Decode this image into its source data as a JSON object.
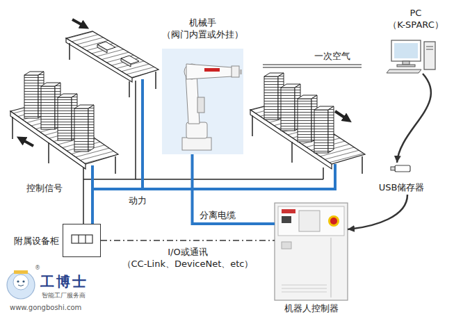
{
  "diagram": {
    "nodes": [
      {
        "text": [
          "PC （K-SPARC）"
        ]
      },
      {
        "text": [
          "机械手 （阀门内置或外挂）"
        ]
      },
      {
        "text": [
          "USB储存器"
        ]
      },
      {
        "text": [
          "附属设备柜"
        ]
      },
      {
        "text": [
          "机器人控制器"
        ]
      }
    ],
    "edges": [
      {
        "from": 0,
        "to": 2,
        "arrow": "to"
      },
      {
        "from": 2,
        "to": 4,
        "arrow": "to"
      },
      {
        "from": 1,
        "to": 4,
        "label": "分离电缆",
        "arrow": "none"
      },
      {
        "from": 3,
        "to": 4,
        "label": "I/O或通讯 （CC-Link、DeviceNet、etc）",
        "arrow": "none"
      }
    ],
    "labels": [
      "一次空气",
      "控制信号",
      "动力",
      "®",
      "工博士",
      "智能工厂服务商",
      "www.gongboshi.com"
    ]
  }
}
